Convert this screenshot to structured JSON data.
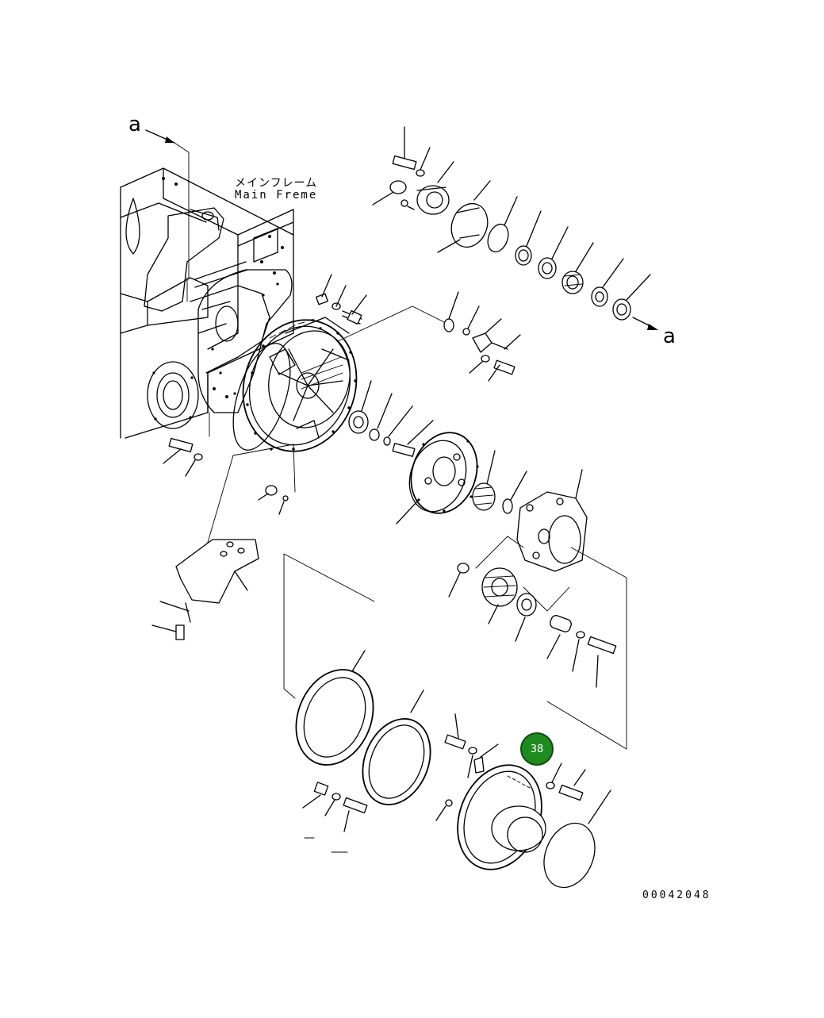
{
  "diagram": {
    "labels": {
      "frame_jp": "メインフレーム",
      "frame_en": "Main Freme",
      "ref_top": "a",
      "ref_right": "a",
      "drawing_number": "00042048"
    },
    "callouts": [
      {
        "number": "38",
        "color": "#1f8a1f"
      }
    ]
  }
}
